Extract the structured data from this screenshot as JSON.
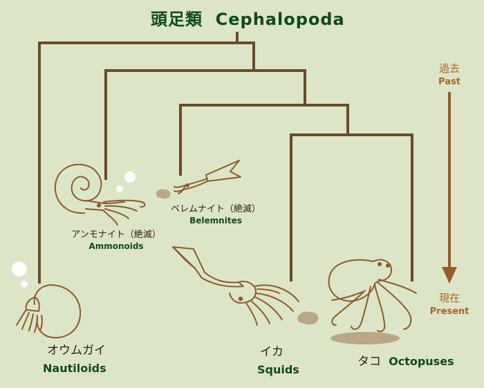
{
  "title": {
    "ja": "頭足類",
    "en": "Cephalopoda"
  },
  "time_axis": {
    "past_ja": "過去",
    "past_en": "Past",
    "present_ja": "現在",
    "present_en": "Present"
  },
  "taxa": {
    "ammonoids": {
      "ja": "アンモナイト（絶滅）",
      "en": "Ammonoids"
    },
    "belemnites": {
      "ja": "ベレムナイト（絶滅）",
      "en": "Belemnites"
    },
    "nautiloids": {
      "ja": "オウムガイ",
      "en": "Nautiloids"
    },
    "squids": {
      "ja": "イカ",
      "en": "Squids"
    },
    "octopuses": {
      "ja": "タコ",
      "en": "Octopuses"
    }
  },
  "colors": {
    "background": "#dde5c8",
    "tree": "#6b4a2b",
    "arrow": "#9a5b25",
    "english_label": "#0f4a1f",
    "animal_outline": "#8a5a2c",
    "ink": "#b8a886"
  }
}
